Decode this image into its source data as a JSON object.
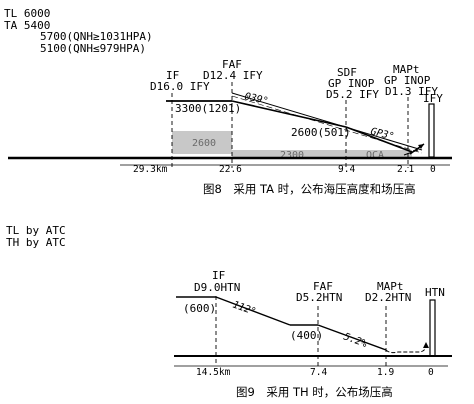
{
  "figure8": {
    "header": {
      "tl": "TL 6000",
      "ta": "TA 5400",
      "alt_high": "5700(QNH≥1031HPA)",
      "alt_low": "5100(QNH≤979HPA)"
    },
    "fixes": {
      "if_name": "IF",
      "if_dist": "D16.0 IFY",
      "faf_name": "FAF",
      "faf_dist": "D12.4 IFY",
      "sdf_name": "SDF",
      "sdf_sub": "GP INOP",
      "sdf_dist": "D5.2 IFY",
      "mapt_name": "MAPt",
      "mapt_sub": "GP INOP",
      "mapt_dist": "D1.3 IFY",
      "runway_ident": "IFY"
    },
    "altitudes": {
      "if_alt": "3300(1201)",
      "sdf_alt": "2600(501)",
      "course": "039°",
      "glidepath": "GP3°"
    },
    "boxes": {
      "box1": "2600",
      "box2": "2300",
      "oca": "OCA"
    },
    "scale": {
      "d1": "29.3km",
      "d2": "22.6",
      "d3": "9.4",
      "d4": "2.1",
      "d5": "0"
    },
    "caption": "图8　采用 TA 时，公布海压高度和场压高"
  },
  "figure9": {
    "header": {
      "tl": "TL by ATC",
      "th": "TH by ATC"
    },
    "fixes": {
      "if_name": "IF",
      "if_dist": "D9.0HTN",
      "faf_name": "FAF",
      "faf_dist": "D5.2HTN",
      "mapt_name": "MAPt",
      "mapt_dist": "D2.2HTN",
      "runway_ident": "HTN"
    },
    "altitudes": {
      "if_alt": "(600)",
      "faf_alt": "(400)",
      "course": "112°",
      "gradient": "5.2%"
    },
    "scale": {
      "d1": "14.5km",
      "d2": "7.4",
      "d3": "1.9",
      "d4": "0"
    },
    "caption": "图9　采用 TH 时，公布场压高"
  },
  "colors": {
    "ink": "#000000",
    "box_gray": "#c8c8c8",
    "label_gray": "#6a6a6a"
  }
}
